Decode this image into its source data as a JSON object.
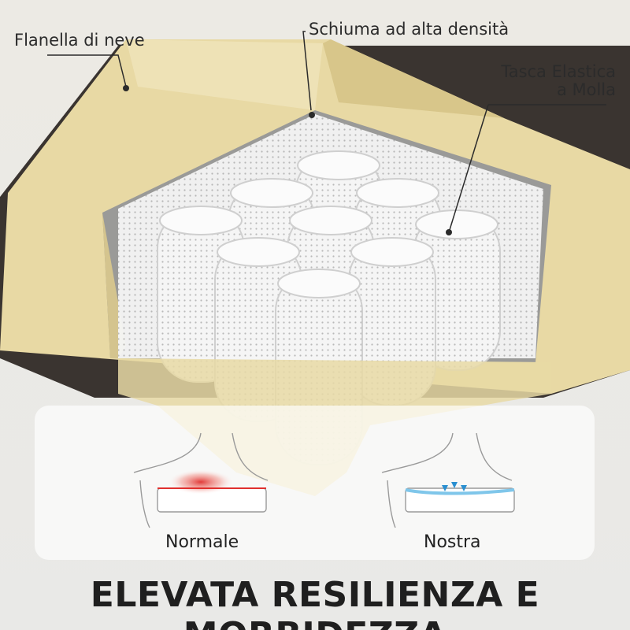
{
  "labels": {
    "flannel": "Flanella di neve",
    "foam": "Schiuma ad alta densità",
    "pocket_line1": "Tasca Elastica",
    "pocket_line2": "a Molla"
  },
  "comparison": {
    "normal": "Normale",
    "ours": "Nostra"
  },
  "headline": "ELEVATA RESILIENZA E MORBIDEZZA",
  "colors": {
    "foam": "#e8d9a4",
    "fabric": "#e6e2d6",
    "spring": "#f4f4f4",
    "pressure_red": "#e0302e",
    "support_blue": "#7fc6ea"
  }
}
